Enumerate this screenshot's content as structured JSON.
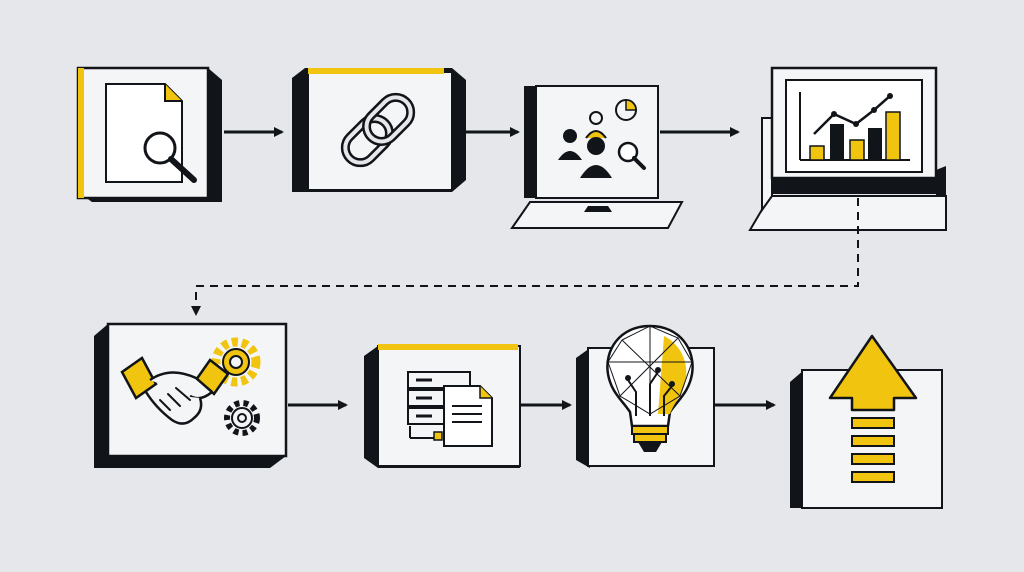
{
  "diagram": {
    "colors": {
      "background": "#e5e7ea",
      "ink": "#111418",
      "panel": "#f4f5f7",
      "accent": "#f1c40f"
    },
    "row1": [
      {
        "id": "step-document-search",
        "icon": "document-magnifier-icon"
      },
      {
        "id": "step-link",
        "icon": "chain-link-icon"
      },
      {
        "id": "step-people-analysis",
        "icon": "people-pie-search-icon"
      },
      {
        "id": "step-chart-dashboard",
        "icon": "bar-line-chart-icon"
      }
    ],
    "row2": [
      {
        "id": "step-partnership",
        "icon": "handshake-gears-icon"
      },
      {
        "id": "step-data-docs",
        "icon": "server-document-icon"
      },
      {
        "id": "step-insight",
        "icon": "lightbulb-circuit-icon"
      },
      {
        "id": "step-growth",
        "icon": "up-arrow-icon"
      }
    ],
    "connectors": [
      "arrow",
      "arrow",
      "arrow",
      "dashed-return",
      "arrow",
      "arrow",
      "arrow"
    ]
  }
}
